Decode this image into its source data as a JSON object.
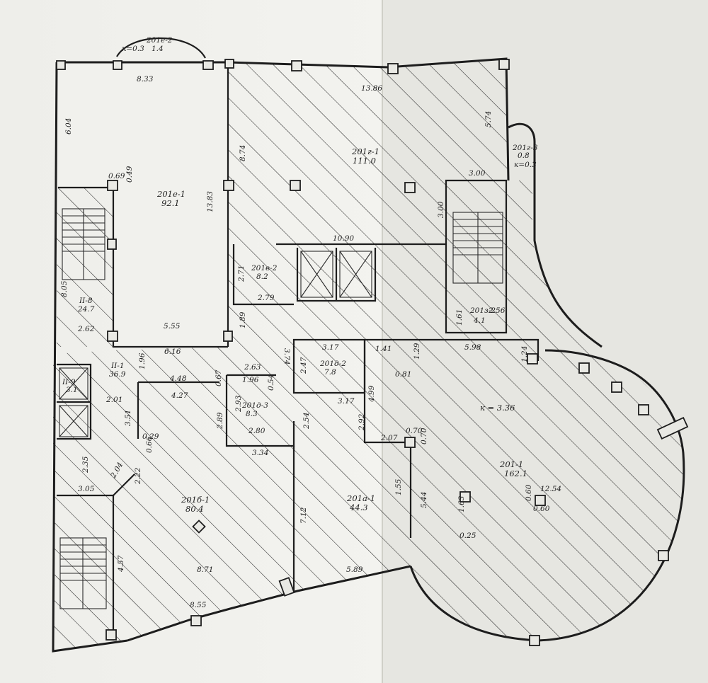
{
  "rooms": [
    {
      "name": "201е-2",
      "area": "1.4",
      "k": "к=0.3"
    },
    {
      "name": "201е-1",
      "area": "92.1"
    },
    {
      "name": "201г-1",
      "area": "111.0"
    },
    {
      "name": "201г-3",
      "area": "0.8",
      "k": "к=0.3"
    },
    {
      "name": "201в-2",
      "area": "8.2"
    },
    {
      "name": "201з-2",
      "area": "4.1"
    },
    {
      "name": "II-8",
      "area": "24.7"
    },
    {
      "name": "II-1",
      "area": "36.9"
    },
    {
      "name": "II-9",
      "area": "3.1"
    },
    {
      "name": "201д-2",
      "area": "7.8"
    },
    {
      "name": "201д-3",
      "area": "8.3"
    },
    {
      "name": "201б-1",
      "area": "80.4"
    },
    {
      "name": "201а-1",
      "area": "44.3"
    },
    {
      "name": "201-1",
      "area": "162.1",
      "k": "к = 3.36"
    }
  ],
  "dims": [
    "8.33",
    "6.04",
    "13.83",
    "8.74",
    "13.86",
    "5.74",
    "3.00",
    "3.00",
    "0.69",
    "0.49",
    "10.90",
    "2.71",
    "2.79",
    "1.89",
    "3.74",
    "8.05",
    "2.62",
    "5.55",
    "6.16",
    "1.96",
    "4.48",
    "2.63",
    "1.96",
    "0.54",
    "0.67",
    "3.17",
    "2.47",
    "3.17",
    "1.41",
    "1.29",
    "0.81",
    "5.98",
    "1.24",
    "1.61",
    "2.56",
    "4.27",
    "2.89",
    "2.93",
    "2.80",
    "2.54",
    "4.99",
    "2.92",
    "2.07",
    "0.70",
    "0.70",
    "2.01",
    "3.51",
    "0.29",
    "0.66",
    "2.35",
    "2.04",
    "2.22",
    "3.05",
    "3.34",
    "7.12",
    "1.55",
    "5.44",
    "1.63",
    "0.25",
    "0.60",
    "0.60",
    "12.54",
    "8.71",
    "5.89",
    "4.57",
    "8.55"
  ]
}
